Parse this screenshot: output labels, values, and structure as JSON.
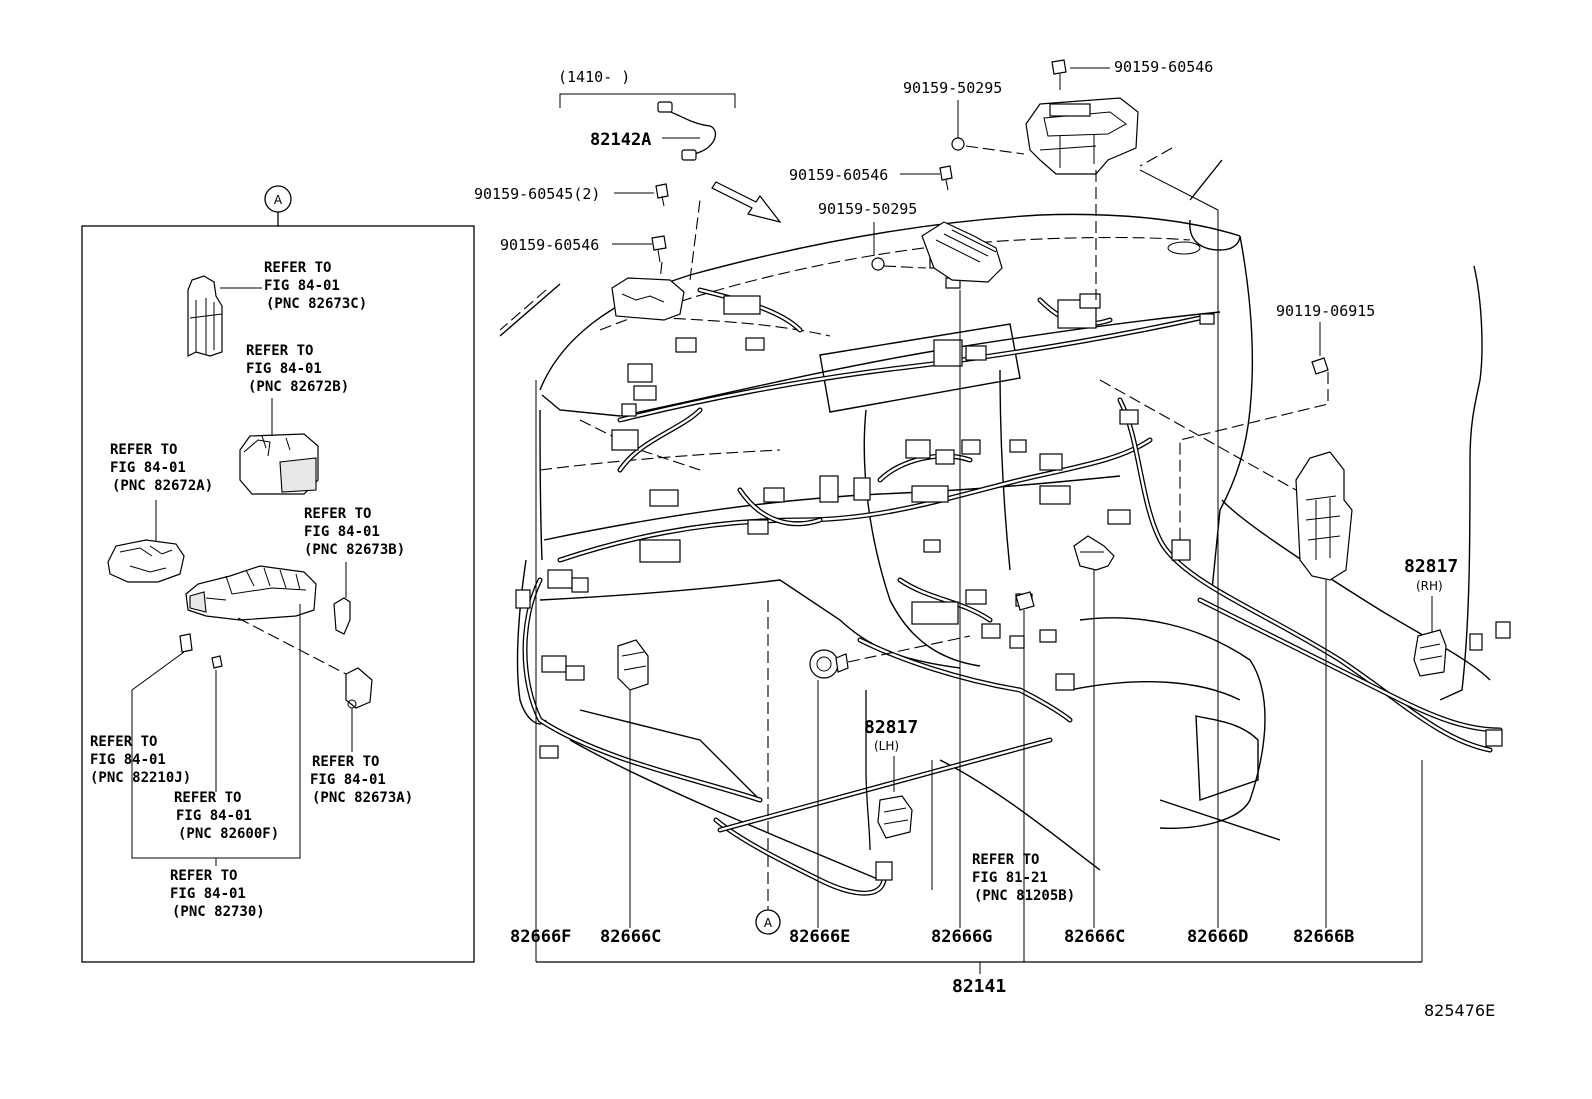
{
  "diagram": {
    "code": "825476E",
    "main_part": "82141",
    "inset_marker": "A",
    "bottom_marker": "A",
    "date_bracket": "(1410-    )",
    "sub_harness": "82142A",
    "callouts": {
      "c1": "90159-60546",
      "c2": "90159-50295",
      "c3": "90159-60546",
      "c4": "90159-50295",
      "c5": "90159-60545(2)",
      "c6": "90159-60546",
      "c7": "90119-06915",
      "rh_part": "82817",
      "rh_side": "(RH)",
      "lh_part": "82817",
      "lh_side": "(LH)"
    },
    "clamp_labels": [
      "82666F",
      "82666C",
      "82666E",
      "82666G",
      "82666C",
      "82666D",
      "82666B"
    ],
    "fig_ref": {
      "line1": "REFER TO",
      "line2": "FIG 81-21",
      "line3": "(PNC 81205B)"
    },
    "inset_refs": [
      {
        "line1": "REFER TO",
        "line2": "FIG 84-01",
        "line3": "(PNC 82673C)"
      },
      {
        "line1": "REFER TO",
        "line2": "FIG 84-01",
        "line3": "(PNC 82672B)"
      },
      {
        "line1": "REFER TO",
        "line2": "FIG 84-01",
        "line3": "(PNC 82672A)"
      },
      {
        "line1": "REFER TO",
        "line2": "FIG 84-01",
        "line3": "(PNC 82673B)"
      },
      {
        "line1": "REFER TO",
        "line2": "FIG 84-01",
        "line3": "(PNC 82210J)"
      },
      {
        "line1": "REFER TO",
        "line2": "FIG 84-01",
        "line3": "(PNC 82673A)"
      },
      {
        "line1": "REFER TO",
        "line2": "FIG 84-01",
        "line3": "(PNC 82600F)"
      },
      {
        "line1": "REFER TO",
        "line2": "FIG 84-01",
        "line3": "(PNC 82730)"
      }
    ]
  }
}
